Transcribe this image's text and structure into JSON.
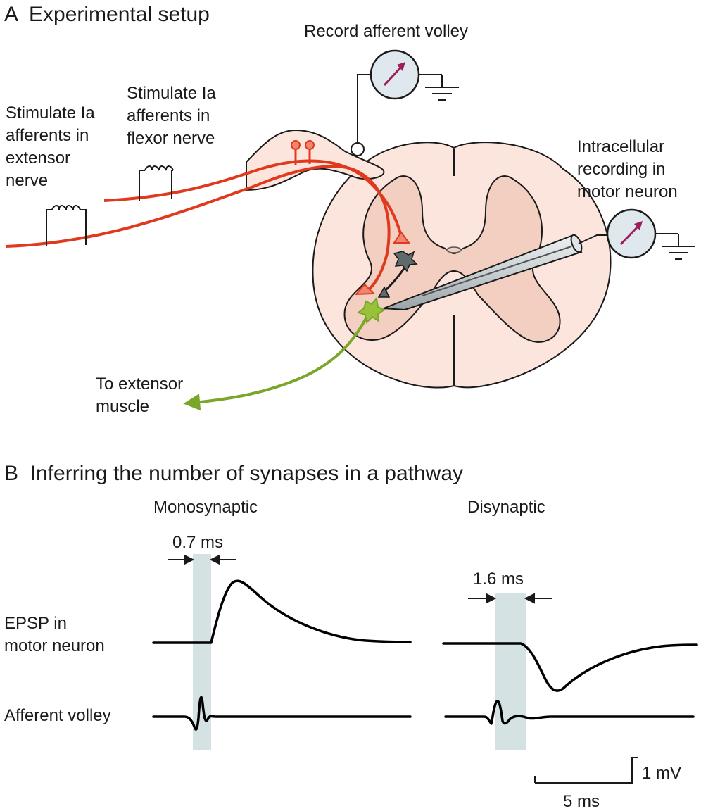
{
  "panel_a": {
    "title": "A  Experimental setup",
    "record_afferent": "Record afferent volley",
    "stim_extensor": [
      "Stimulate Ia",
      "afferents in",
      "extensor",
      "nerve"
    ],
    "stim_flexor": [
      "Stimulate Ia",
      "afferents in",
      "flexor nerve"
    ],
    "intracellular": [
      "Intracellular",
      "recording in",
      "motor neuron"
    ],
    "to_muscle": [
      "To extensor",
      "muscle"
    ]
  },
  "panel_b": {
    "title": "B  Inferring the number of synapses in a pathway",
    "mono_title": "Monosynaptic",
    "di_title": "Disynaptic",
    "mono_delay": "0.7 ms",
    "di_delay": "1.6 ms",
    "epsp_label": [
      "EPSP in",
      "motor neuron"
    ],
    "volley_label": "Afferent volley",
    "scale_mv": "1 mV",
    "scale_ms": "5 ms"
  },
  "colors": {
    "afferent": "#e03a1e",
    "afferent_fill": "#f08670",
    "cord_fill": "#fbe5dc",
    "grey_matter": "#f3cfc2",
    "motor_neuron": "#7aa62a",
    "interneuron": "#5d6b6d",
    "meter_needle": "#9c1f5c",
    "meter_fill": "#dfe8ec",
    "delay_band": "#d5e2e4"
  }
}
